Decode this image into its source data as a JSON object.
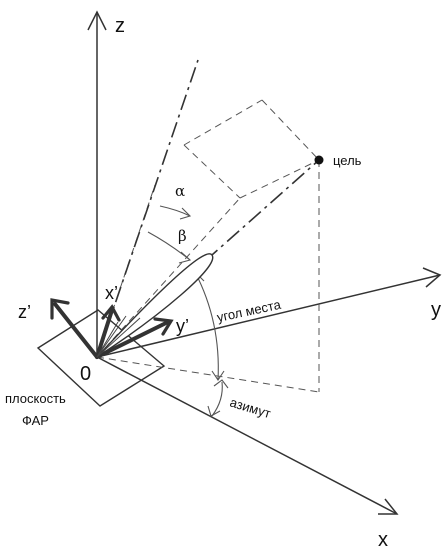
{
  "labels": {
    "z": "z",
    "y": "y",
    "x": "x",
    "z_prime": "z’",
    "x_prime": "x’",
    "y_prime": "y’",
    "origin": "0",
    "target": "цель",
    "alpha": "α",
    "beta": "β",
    "elevation": "угол места",
    "azimuth": "азимут",
    "plane_line1": "плоскость",
    "plane_line2": "ФАР"
  }
}
